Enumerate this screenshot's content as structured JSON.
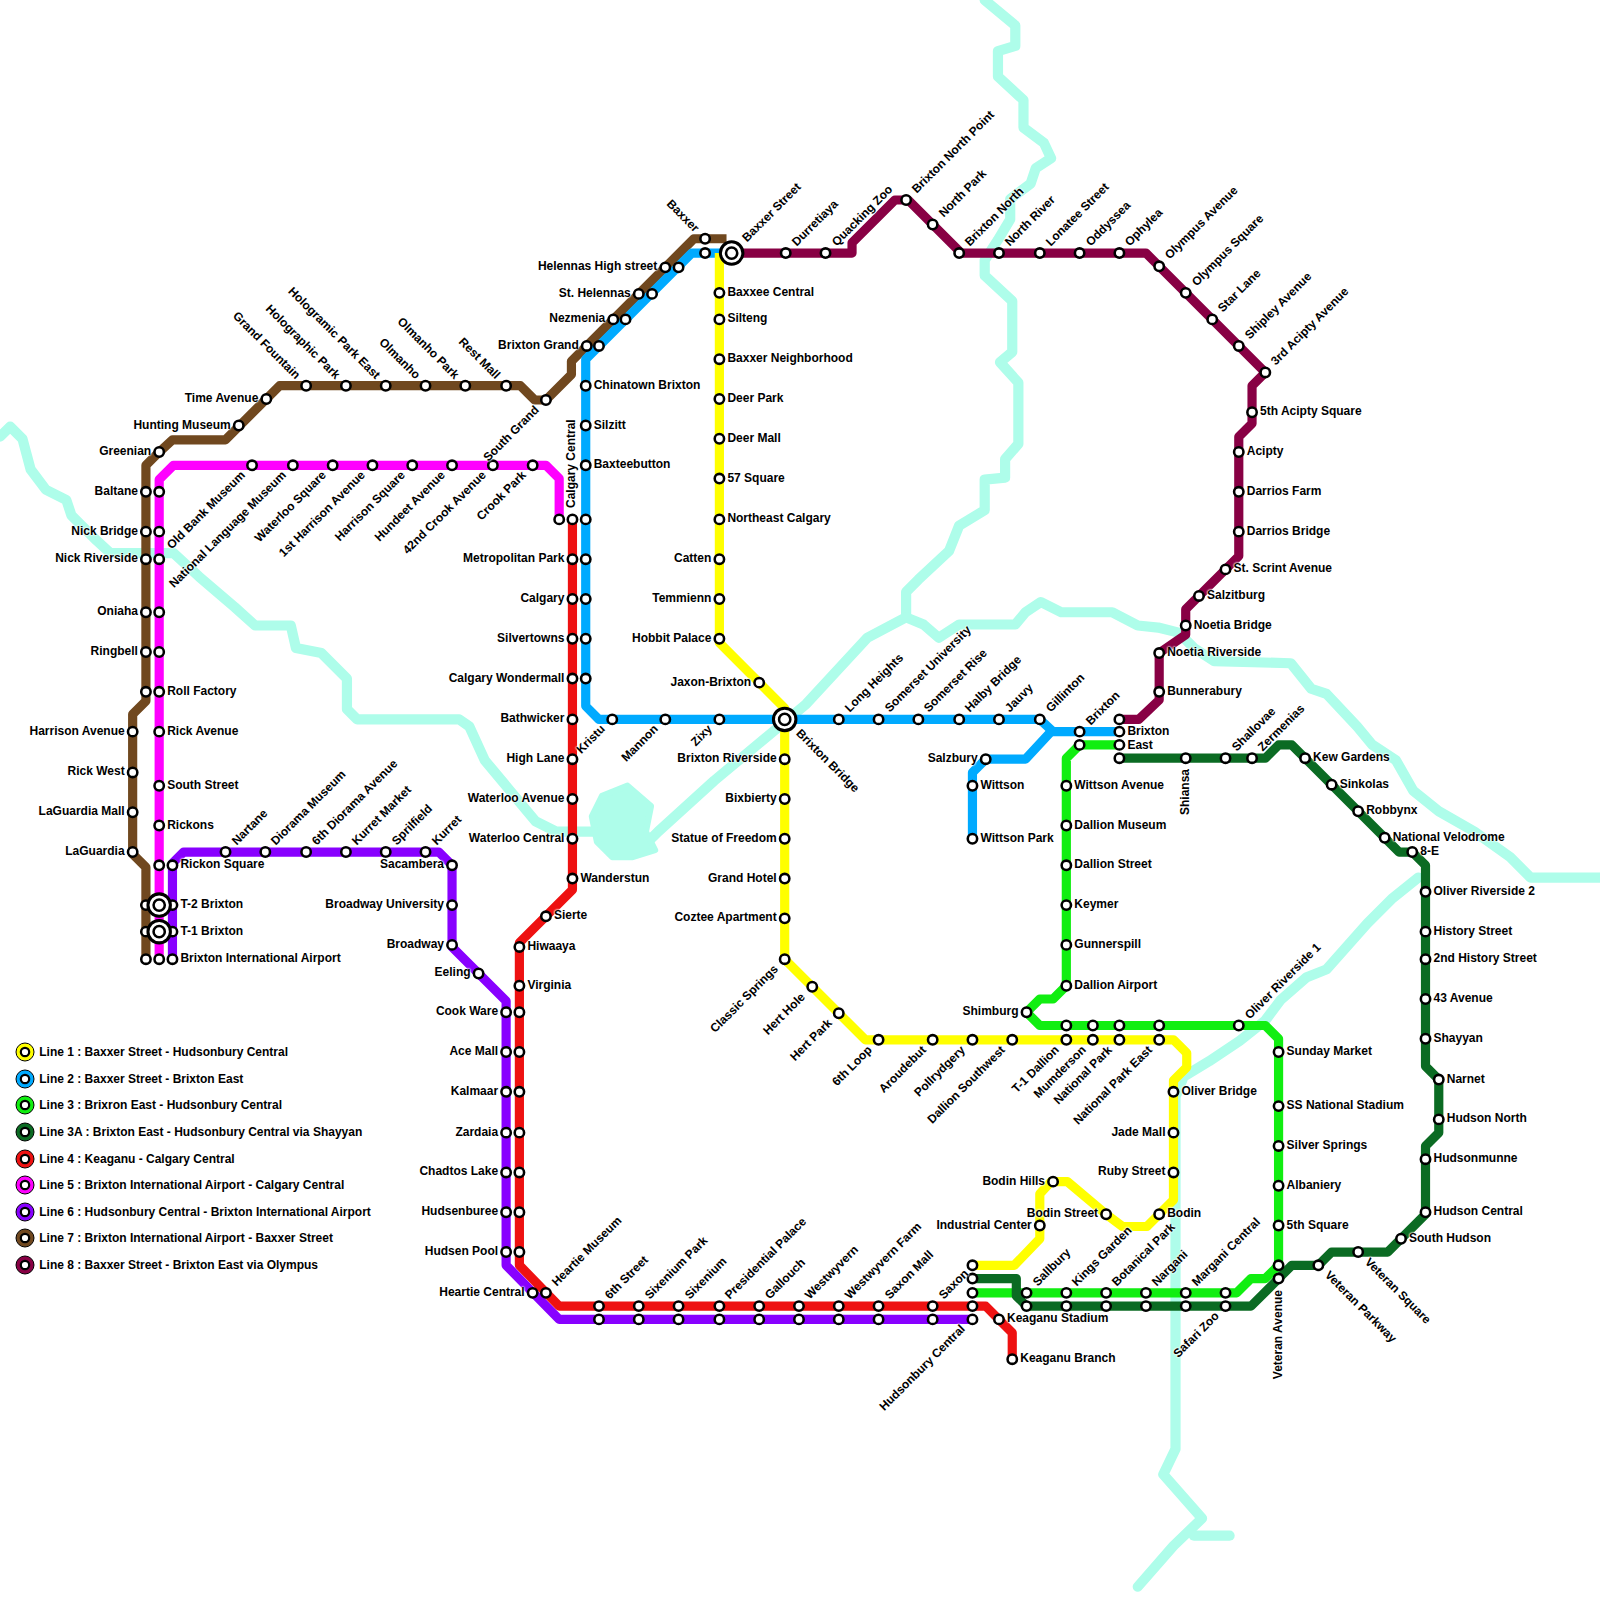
{
  "diagram": {
    "labels": [
      "Time Avenue",
      "Hunting Museum",
      "Greenian",
      "Baltane",
      "Nick Bridge",
      "Nick Riverside",
      "Oniaha",
      "Ringbell",
      "Harrison Avenue",
      "Rick West",
      "LaGuardia Mall",
      "LaGuardia",
      "Grand Fountain",
      "Holographic Park",
      "Hologramic Park East",
      "Olmanho",
      "Olmanho Park",
      "Rest Mall",
      "South Grand",
      "Brixton Grand",
      "Nezmenia",
      "St. Helennas",
      "Helennas High street",
      "Baxxer",
      "Old Bank Museum",
      "National Language Museum",
      "Waterloo Square",
      "1st Harrison Avenue",
      "Harrison Square",
      "Hundeet Avenue",
      "42nd Crook Avenue",
      "Crook Park",
      "Roll Factory",
      "Rick Avenue",
      "South Street",
      "Rickons",
      "Rickon Square",
      "T-2 Brixton",
      "T-1 Brixton",
      "Brixton International Airport",
      "Nartane",
      "Diorama Museum",
      "6th Diorama Avenue",
      "Kurret Market",
      "Sprilfield",
      "Kurret",
      "Sacambera",
      "Broadway University",
      "Broadway",
      "Eeling",
      "Cook Ware",
      "Ace Mall",
      "Kalmaar",
      "Zardaia",
      "Chadtos Lake",
      "Hudsenburee",
      "Hudsen Pool",
      "Heartie Central",
      "Calgary Central",
      "Metropolitan Park",
      "Calgary",
      "Silvertowns",
      "Calgary Wondermall",
      "Bathwicker",
      "High Lane",
      "Waterloo Avenue",
      "Waterloo Central",
      "Wanderstun",
      "Sierte",
      "Hiwaaya",
      "Virginia",
      "Heartie Museum",
      "6th Street",
      "Sixenium Park",
      "Sixenium",
      "Presidential Palace",
      "Gallouch",
      "Westwyvern",
      "Westwyvern Farm",
      "Saxon Mall",
      "Saxon",
      "Hudsonbury Central",
      "Keaganu Stadium",
      "Keaganu Branch",
      "Baxxee Central",
      "Silteng",
      "Baxxer Neighborhood",
      "Deer Park",
      "Deer Mall",
      "57 Square",
      "Northeast Calgary",
      "Catten",
      "Temmienn",
      "Hobbit Palace",
      "Jaxon-Brixton",
      "Brixton Riverside",
      "Bixbierty",
      "Statue of Freedom",
      "Grand Hotel",
      "Coztee Apartment",
      "Classic Springs",
      "Hert Hole",
      "Hert Park",
      "6th Loop",
      "Aroudebut",
      "Pollrydgery",
      "Dallion Southwest",
      "T-1 Dallion",
      "Mumderson",
      "National Park",
      "National Park East",
      "Oliver Bridge",
      "Jade Mall",
      "Ruby Street",
      "Bodin",
      "Bodin Street",
      "Bodin Hills",
      "Industrial Center",
      "Wittson Avenue",
      "Dallion Museum",
      "Dallion Street",
      "Keymer",
      "Gunnerspill",
      "Dallion Airport",
      "Shimburg",
      "Oliver Riverside 1",
      "Sunday Market",
      "SS National Stadium",
      "Silver Springs",
      "Albaniery",
      "5th Square",
      "Veteran Avenue",
      "Safari Zoo",
      "Margani Central",
      "Nargani",
      "Botanical Park",
      "Kings Garden",
      "Sallbury",
      "Shiansa",
      "Shallovae",
      "Zermenias",
      "Kew Gardens",
      "Sinkolas",
      "Robbynx",
      "National Velodrome",
      "8-E",
      "Oliver Riverside 2",
      "History Street",
      "2nd History Street",
      "43 Avenue",
      "Shayyan",
      "Narnet",
      "Hudson North",
      "Hudsonmunne",
      "Hudson Central",
      "South Hudson",
      "Veteran Square",
      "Veteran Parkway",
      "Durretiaya",
      "Quacking Zoo",
      "Brixton North Point",
      "North Park",
      "Brixton North",
      "North River",
      "Lonatee Street",
      "Oddyssea",
      "Ophylea",
      "Olympus Avenue",
      "Olympus Square",
      "Star Lane",
      "Shipley Avenue",
      "3rd Acipty Avenue",
      "5th Acipty Square",
      "Acipty",
      "Darrios Farm",
      "Darrios Bridge",
      "St. Scrint Avenue",
      "Salzitburg",
      "Noetia Bridge",
      "Noetia Riverside",
      "Bunnerabury",
      "Chinatown Brixton",
      "Silzitt",
      "Baxteebutton",
      "Kristu",
      "Mannon",
      "Zixy",
      "Brixton Bridge",
      "Long Heights",
      "Somerset University",
      "Somerset Rise",
      "Halby Bridge",
      "Jauvy",
      "Gillinton",
      "Brixton",
      "Brixton East",
      "Salzbury",
      "Wittson",
      "Wittson Park",
      "Baxxer Street"
    ],
    "legend": [
      {
        "text": "Line 1 : Baxxer Street - Hudsonbury Central",
        "color": "#ffff00"
      },
      {
        "text": "Line 2 : Baxxer Street - Brixton East",
        "color": "#00aaff"
      },
      {
        "text": "Line 3 : Brixron East - Hudsonbury Central",
        "color": "#11ee11"
      },
      {
        "text": "Line 3A : Brixton East - Hudsonbury Central via Shayyan",
        "color": "#0b6b23"
      },
      {
        "text": "Line 4 : Keaganu - Calgary Central",
        "color": "#ee1111"
      },
      {
        "text": "Line 5 : Brixton International Airport - Calgary Central",
        "color": "#ff00ff"
      },
      {
        "text": "Line 6 : Hudsonbury Central - Brixton International Airport",
        "color": "#8800ff"
      },
      {
        "text": "Line 7 : Brixton International Airport - Baxxer Street",
        "color": "#70481f"
      },
      {
        "text": "Line 8 : Baxxer Street - Brixton East via Olympus",
        "color": "#880044"
      }
    ]
  }
}
